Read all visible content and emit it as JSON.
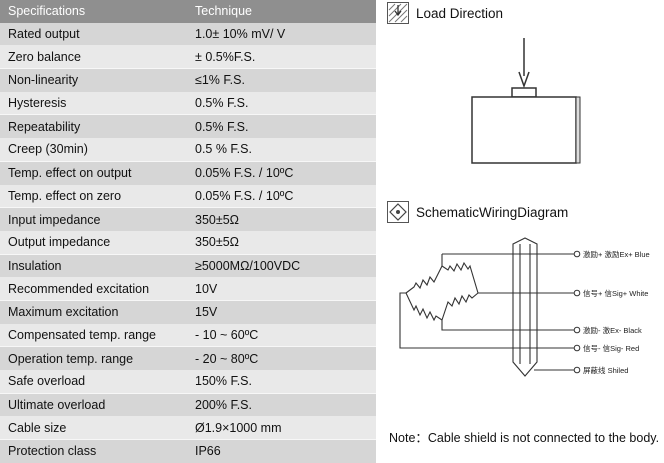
{
  "table": {
    "headers": [
      "Specifications",
      "Technique"
    ],
    "rows": [
      [
        "Rated output",
        "1.0± 10% mV/ V"
      ],
      [
        "Zero balance",
        "± 0.5%F.S."
      ],
      [
        "Non-linearity",
        "≤1% F.S."
      ],
      [
        "Hysteresis",
        "0.5% F.S."
      ],
      [
        "Repeatability",
        "0.5% F.S."
      ],
      [
        "Creep (30min)",
        "0.5 % F.S."
      ],
      [
        "Temp. effect on output",
        "0.05% F.S. / 10ºC"
      ],
      [
        "Temp. effect on zero",
        "0.05% F.S. / 10ºC"
      ],
      [
        "Input impedance",
        "350±5Ω"
      ],
      [
        "Output impedance",
        "350±5Ω"
      ],
      [
        "Insulation",
        "≥5000MΩ/100VDC"
      ],
      [
        "Recommended excitation",
        "10V"
      ],
      [
        "Maximum excitation",
        "15V"
      ],
      [
        "Compensated temp. range",
        "- 10 ~ 60ºC"
      ],
      [
        "Operation temp. range",
        "- 20 ~ 80ºC"
      ],
      [
        "Safe overload",
        "150% F.S."
      ],
      [
        "Ultimate overload",
        "200% F.S."
      ],
      [
        "Cable size",
        "Ø1.9×1000 mm"
      ],
      [
        "Protection class",
        "IP66"
      ]
    ]
  },
  "load_direction": {
    "title": "Load Direction"
  },
  "wiring": {
    "title": "SchematicWiringDiagram",
    "wires": [
      "激励+ 激励Ex+ Blue",
      "信号+ 信Sig+ White",
      "激励- 激Ex- Black",
      "信号- 信Sig- Red",
      "屏蔽线  Shiled"
    ]
  },
  "note": "Note：Cable shield is not connected to the body."
}
